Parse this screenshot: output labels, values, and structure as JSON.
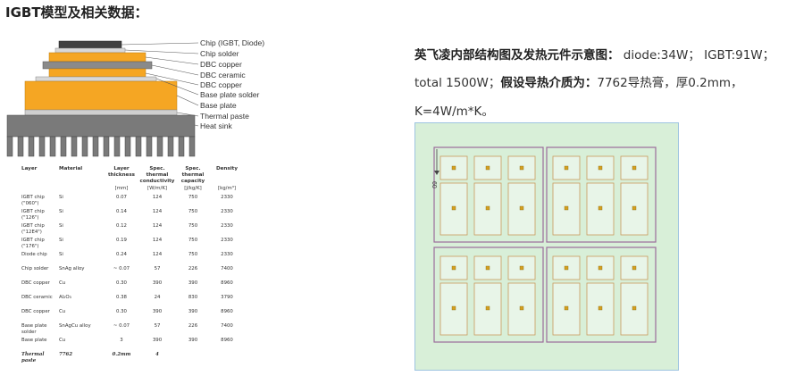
{
  "title": "IGBT模型及相关数据：",
  "stack_labels": [
    "Chip (IGBT, Diode)",
    "Chip solder",
    "DBC copper",
    "DBC ceramic",
    "DBC copper",
    "Base plate solder",
    "Base plate",
    "Thermal paste",
    "Heat sink"
  ],
  "colors": {
    "chip": "#404040",
    "solder": "#d8d8d8",
    "copper": "#f5a623",
    "ceramic": "#8a8a8a",
    "baseplate": "#f5a623",
    "paste": "#cfcfcf",
    "heatsink": "#7a7a7a",
    "module_bg": "#d8efd8",
    "module_border": "#9ec4e0",
    "pad_border": "#9b6b9b",
    "cell_fill": "#e8f5e8",
    "cell_border": "#c89a5a",
    "dot": "#d4a020"
  },
  "table": {
    "headers": [
      "Layer",
      "Material",
      "Layer thickness",
      "Spec. thermal conductivity",
      "Spec. thermal capacity",
      "Density"
    ],
    "units": [
      "",
      "",
      "[mm]",
      "[W/m/K]",
      "[J/kg/K]",
      "[kg/m³]"
    ],
    "rows": [
      [
        "IGBT chip (\"060\")",
        "Si",
        "0.07",
        "124",
        "750",
        "2330"
      ],
      [
        "IGBT chip (\"126\")",
        "Si",
        "0.14",
        "124",
        "750",
        "2330"
      ],
      [
        "IGBT chip (\"12E4\")",
        "Si",
        "0.12",
        "124",
        "750",
        "2330"
      ],
      [
        "IGBT chip (\"176\")",
        "Si",
        "0.19",
        "124",
        "750",
        "2330"
      ],
      [
        "Diode chip",
        "Si",
        "0.24",
        "124",
        "750",
        "2330"
      ],
      [
        "Chip solder",
        "SnAg alloy",
        "~ 0.07",
        "57",
        "226",
        "7400"
      ],
      [
        "DBC copper",
        "Cu",
        "0.30",
        "390",
        "390",
        "8960"
      ],
      [
        "DBC ceramic",
        "Al₂O₃",
        "0.38",
        "24",
        "830",
        "3790"
      ],
      [
        "DBC copper",
        "Cu",
        "0.30",
        "390",
        "390",
        "8960"
      ],
      [
        "Base plate solder",
        "SnAgCu alloy",
        "~ 0.07",
        "57",
        "226",
        "7400"
      ],
      [
        "Base plate",
        "Cu",
        "3",
        "390",
        "390",
        "8960"
      ],
      [
        "Thermal paste",
        "7762",
        "0.2mm",
        "4",
        "",
        ""
      ]
    ]
  },
  "right_text": {
    "line1_bold": "英飞凌内部结构图及发热元件示意图：",
    "line1_rest": " diode:34W； IGBT:91W；",
    "line2_rest": "total 1500W；",
    "line2_bold": "假设导热介质为：",
    "line2_tail": "7762导热膏，厚0.2mm，",
    "line3": "K=4W/m*K。"
  },
  "module_annotation": "60"
}
